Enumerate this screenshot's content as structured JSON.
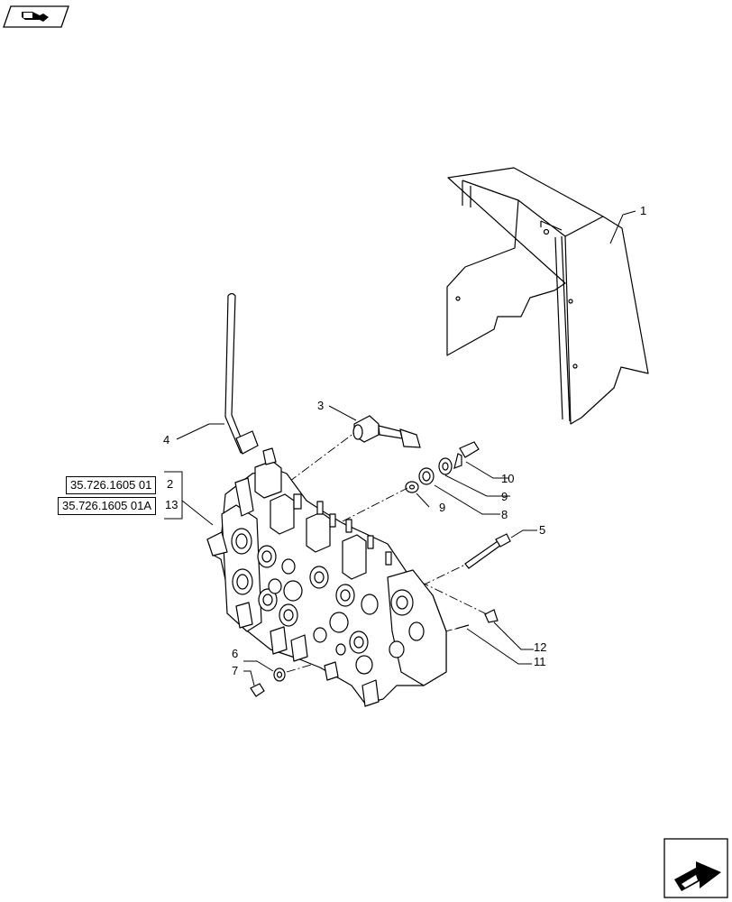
{
  "header": {
    "icon": "book-arrow-icon"
  },
  "footer": {
    "icon": "next-page-arrow-icon"
  },
  "references": [
    {
      "code": "35.726.1605 01",
      "item": "2"
    },
    {
      "code": "35.726.1605 01A",
      "item": "13"
    }
  ],
  "callouts": {
    "c1": "1",
    "c3": "3",
    "c4": "4",
    "c5": "5",
    "c6": "6",
    "c7": "7",
    "c8": "8",
    "c9a": "9",
    "c9b": "9",
    "c10": "10",
    "c11": "11",
    "c12": "12"
  }
}
